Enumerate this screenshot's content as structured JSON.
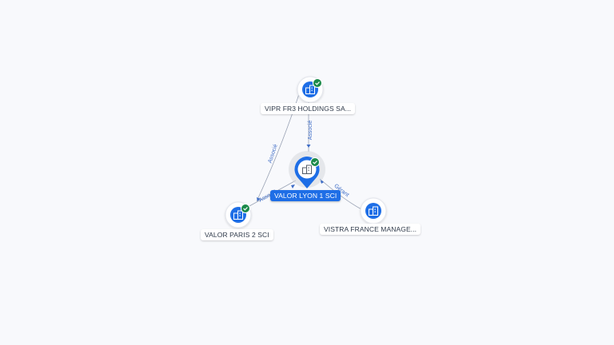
{
  "nodes": [
    {
      "id": "vipr",
      "label": "VIPR FR3 HOLDINGS SA...",
      "verified": true,
      "icon": "building-icon"
    },
    {
      "id": "lyon",
      "label": "VALOR LYON 1 SCI",
      "verified": true,
      "icon": "building-icon",
      "focused": true
    },
    {
      "id": "paris",
      "label": "VALOR PARIS 2 SCI",
      "verified": true,
      "icon": "building-icon"
    },
    {
      "id": "vistra",
      "label": "VISTRA FRANCE MANAGE...",
      "verified": false,
      "icon": "building-icon"
    }
  ],
  "edges": [
    {
      "from": "vipr",
      "to": "lyon",
      "label": "Associé"
    },
    {
      "from": "vipr",
      "to": "paris",
      "label": "Associé"
    },
    {
      "from": "paris",
      "to": "lyon",
      "label": "Associé"
    },
    {
      "from": "vistra",
      "to": "lyon",
      "label": "Gérant"
    }
  ],
  "colors": {
    "background": "#f8f9fc",
    "node_fill": "#1e6ee6",
    "focus_fill": "#1e6ee6",
    "verified_badge": "#1b8a4a",
    "edge": "#9aa3b5",
    "edge_label": "#3d6cc6"
  }
}
